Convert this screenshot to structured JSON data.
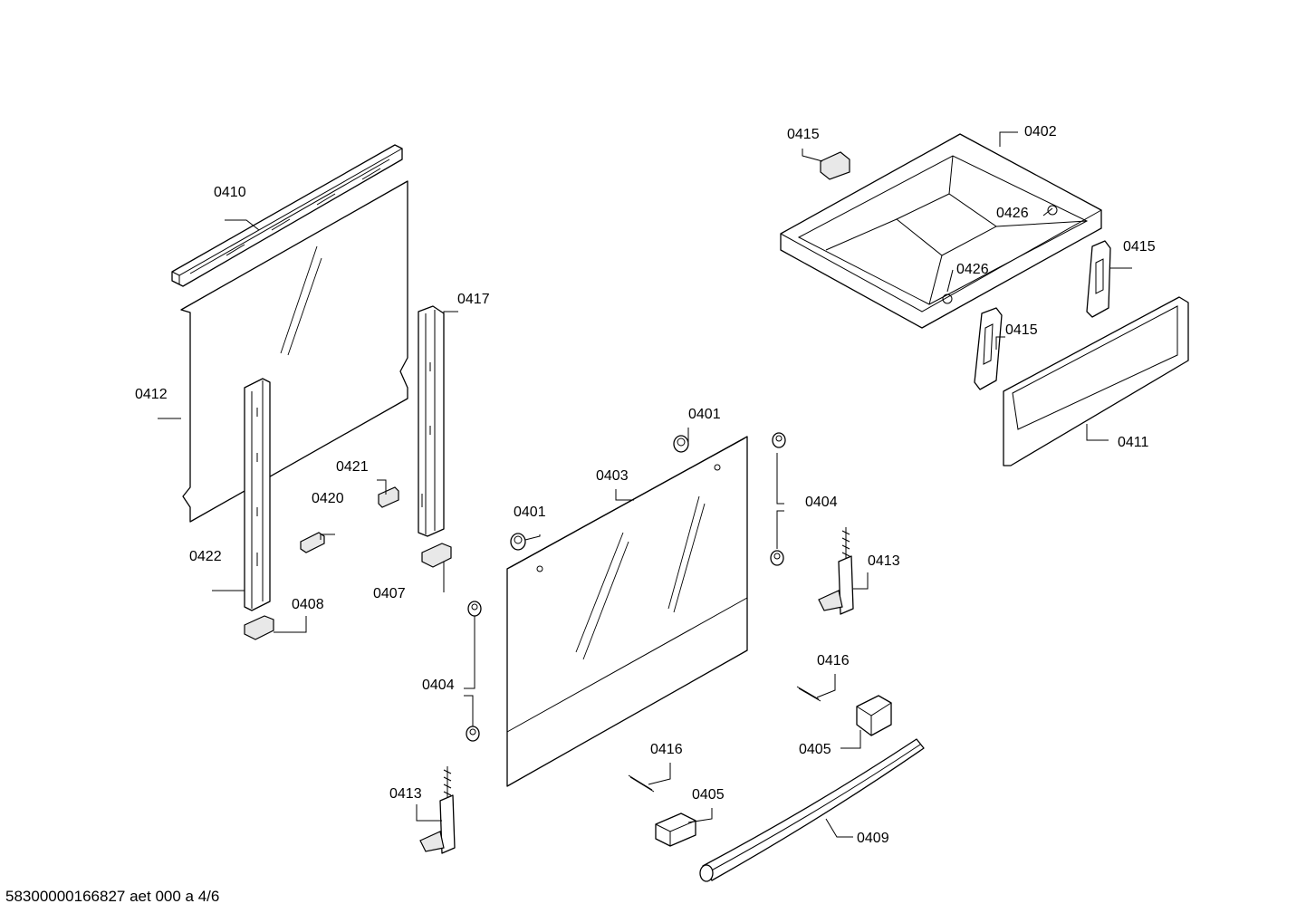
{
  "footer": {
    "doc_code": "58300000166827 aet 000 a 4/6"
  },
  "labels": {
    "l0410": "0410",
    "l0412": "0412",
    "l0417": "0417",
    "l0421": "0421",
    "l0420": "0420",
    "l0422": "0422",
    "l0408": "0408",
    "l0407": "0407",
    "l0401a": "0401",
    "l0401b": "0401",
    "l0403": "0403",
    "l0404a": "0404",
    "l0404b": "0404",
    "l0413a": "0413",
    "l0413b": "0413",
    "l0416a": "0416",
    "l0416b": "0416",
    "l0405a": "0405",
    "l0405b": "0405",
    "l0409": "0409",
    "l0415a": "0415",
    "l0415b": "0415",
    "l0415c": "0415",
    "l0402": "0402",
    "l0426a": "0426",
    "l0426b": "0426",
    "l0411": "0411"
  }
}
